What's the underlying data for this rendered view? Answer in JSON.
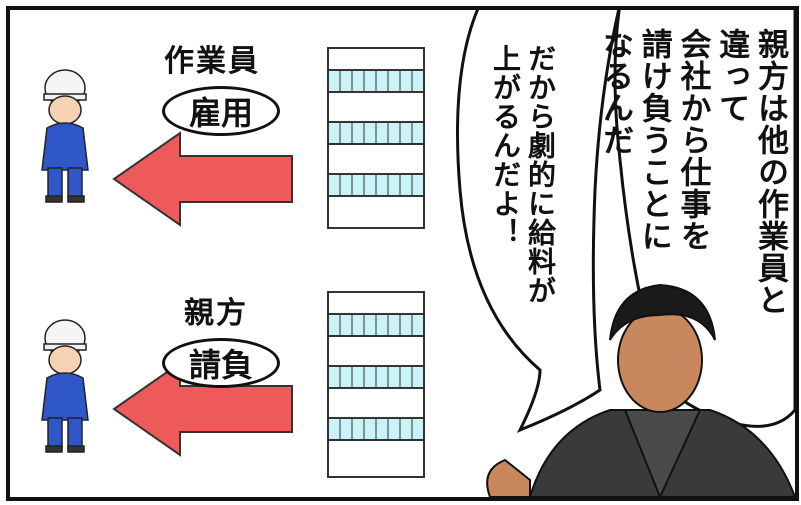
{
  "top_row": {
    "label": "作業員",
    "badge": "雇用"
  },
  "bottom_row": {
    "label": "親方",
    "badge": "請負"
  },
  "speech": {
    "bubble_right": "親方は他の作業員と\n違って\n会社から仕事を\n請け負うことに\nなるんだ",
    "bubble_left": "だから劇的に給料が\n上がるんだよ！"
  }
}
